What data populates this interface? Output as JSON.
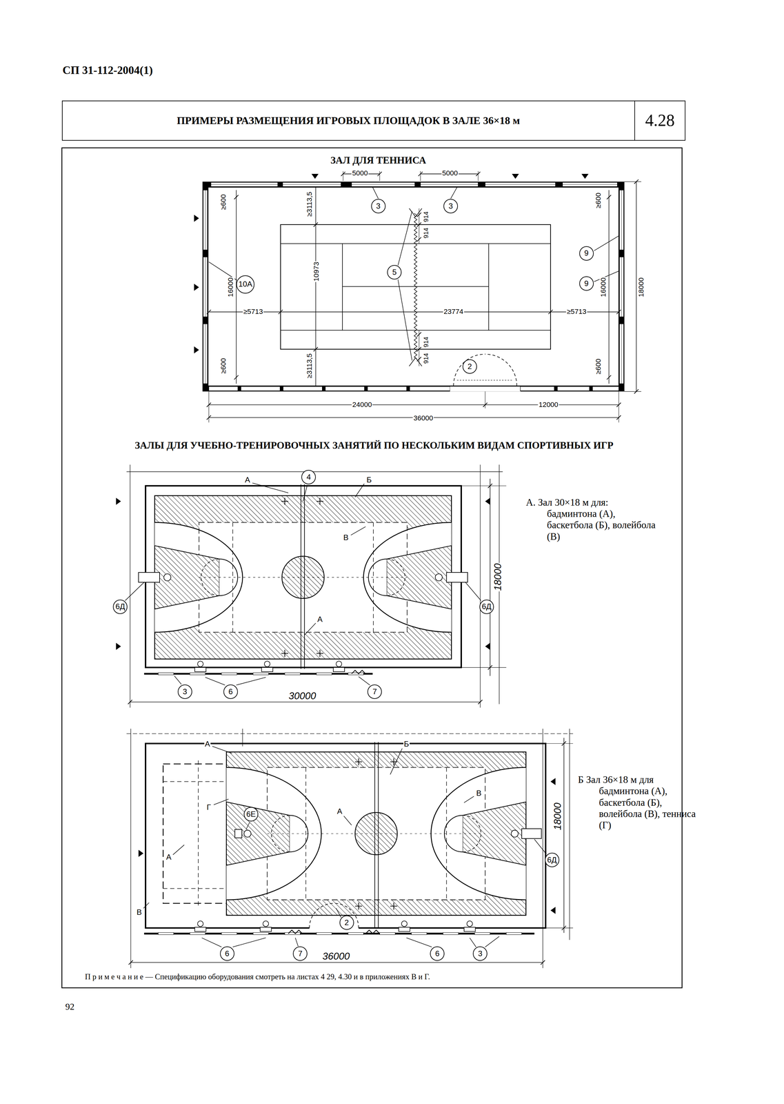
{
  "diagram": {
    "nodes": [
      {
        "text": [
          "ПРИМЕРЫ РАЗМЕЩЕНИЯ ИГРОВЫХ ПЛОЩАДОК В ЗАЛЕ 36×18 м"
        ]
      },
      {
        "text": [
          "4.28"
        ]
      },
      {
        "text": [
          "3"
        ]
      },
      {
        "text": [
          "3"
        ]
      },
      {
        "text": [
          "9"
        ]
      },
      {
        "text": [
          "10А"
        ]
      },
      {
        "text": [
          "5"
        ]
      },
      {
        "text": [
          "9"
        ]
      },
      {
        "text": [
          "2"
        ]
      },
      {
        "text": [
          "4"
        ]
      },
      {
        "text": [
          "6Д"
        ]
      },
      {
        "text": [
          "6Д"
        ]
      },
      {
        "text": [
          "3"
        ]
      },
      {
        "text": [
          "6"
        ]
      },
      {
        "text": [
          "7"
        ]
      },
      {
        "text": [
          "6Е"
        ]
      },
      {
        "text": [
          "6Д"
        ]
      },
      {
        "text": [
          "2"
        ]
      },
      {
        "text": [
          "6"
        ]
      },
      {
        "text": [
          "7"
        ]
      },
      {
        "text": [
          "6"
        ]
      },
      {
        "text": [
          "3"
        ]
      }
    ],
    "labels": [
      "СП 31-112-2004(1)",
      "ЗАЛ ДЛЯ ТЕННИСА",
      "5000",
      "5000",
      "≥600",
      "≥600",
      "≥600",
      "≥600",
      "≥3113,5",
      "≥3113,5",
      "16000",
      "16000",
      "10973",
      "≥5713",
      "23774",
      "≥5713",
      "914",
      "914",
      "914",
      "914",
      "18000",
      "24000",
      "12000",
      "36000",
      "ЗАЛЫ ДЛЯ УЧЕБНО-ТРЕНИРОВОЧНЫХ ЗАНЯТИЙ ПО НЕСКОЛЬКИМ ВИДАМ СПОРТИВНЫХ ИГР",
      "А",
      "Б",
      "В",
      "А",
      "18000",
      "30000",
      "А. Зал 30×18 м для: бадминтона (А), баскетбола (Б), волейбола (В)",
      "А",
      "Б",
      "Г",
      "А",
      "В",
      "А",
      "В",
      "18000",
      "36000",
      "Б Зал 36×18 м для бадминтона (А), баскетбола (Б), волейбола (В), тенниса (Г)",
      "П р и м е ч а н и е — Спецификацию оборудования смотреть на листах 4 29, 4.30 и в приложениях В и Г.",
      "92"
    ]
  }
}
